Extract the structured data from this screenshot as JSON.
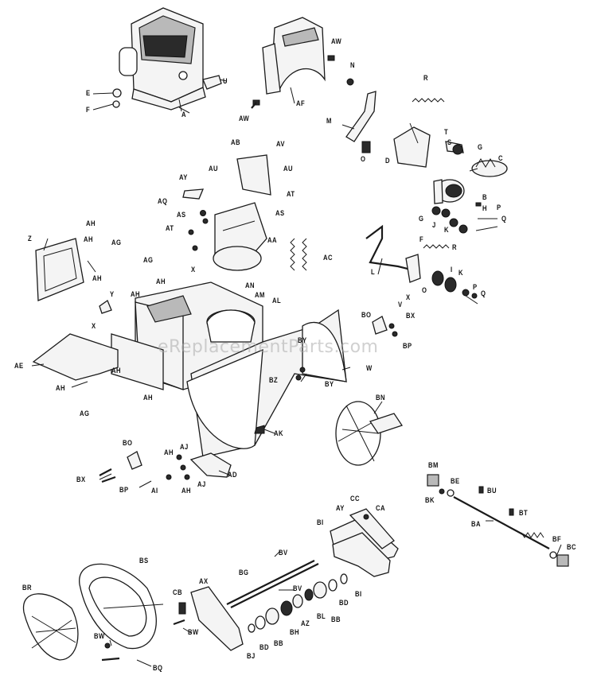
{
  "watermark": "eReplacementParts.com",
  "colors": {
    "ink": "#1a1a1a",
    "paper": "#ffffff",
    "shade": "#b9b9b9",
    "watermark": "#aaaaaa"
  },
  "callouts": {
    "a": "A",
    "e": "E",
    "f": "F",
    "u": "U",
    "af": "AF",
    "aw1": "AW",
    "aw2": "AW",
    "n": "N",
    "r1": "R",
    "m": "M",
    "t": "T",
    "s": "S",
    "g1": "G",
    "o1": "O",
    "d": "D",
    "c": "C",
    "b": "B",
    "h1": "H",
    "p1": "P",
    "q1": "Q",
    "g2": "G",
    "j": "J",
    "k1": "K",
    "f2": "F",
    "r2": "R",
    "l": "L",
    "o2": "O",
    "i": "I",
    "k2": "K",
    "p2": "P",
    "q2": "Q",
    "v": "V",
    "x1": "X",
    "bo1": "BO",
    "bx1": "BX",
    "bp1": "BP",
    "ab": "AB",
    "av": "AV",
    "au1": "AU",
    "au2": "AU",
    "ay1": "AY",
    "aq": "AQ",
    "at1": "AT",
    "at2": "AT",
    "as1": "AS",
    "as2": "AS",
    "aa": "AA",
    "ac": "AC",
    "an1": "AN",
    "am": "AM",
    "al": "AL",
    "z": "Z",
    "ah1": "AH",
    "ag1": "AG",
    "ah2": "AH",
    "ah3": "AH",
    "y": "Y",
    "ag2": "AG",
    "ah4": "AH",
    "ah5": "AH",
    "x2": "X",
    "x3": "X",
    "ae": "AE",
    "ah6": "AH",
    "ah7": "AH",
    "ag3": "AG",
    "ah8": "AH",
    "w": "W",
    "by1": "BY",
    "bz": "BZ",
    "by2": "BY",
    "bn": "BN",
    "ak": "AK",
    "bo2": "BO",
    "bx2": "BX",
    "bp2": "BP",
    "ah9": "AH",
    "aj1": "AJ",
    "ad": "AD",
    "ai": "AI",
    "ah10": "AH",
    "aj2": "AJ",
    "bm": "BM",
    "bk": "BK",
    "be": "BE",
    "bu": "BU",
    "bt": "BT",
    "ba": "BA",
    "bf": "BF",
    "bc": "BC",
    "ay2": "AY",
    "cc": "CC",
    "ca": "CA",
    "bi1": "BI",
    "bv1": "BV",
    "bg": "BG",
    "bv2": "BV",
    "bi2": "BI",
    "bd1": "BD",
    "bb1": "BB",
    "bl": "BL",
    "az": "AZ",
    "bh": "BH",
    "bb2": "BB",
    "bd2": "BD",
    "bj": "BJ",
    "ax": "AX",
    "cb": "CB",
    "bw1": "BW",
    "bs": "BS",
    "br": "BR",
    "bw2": "BW",
    "bq": "BQ"
  }
}
